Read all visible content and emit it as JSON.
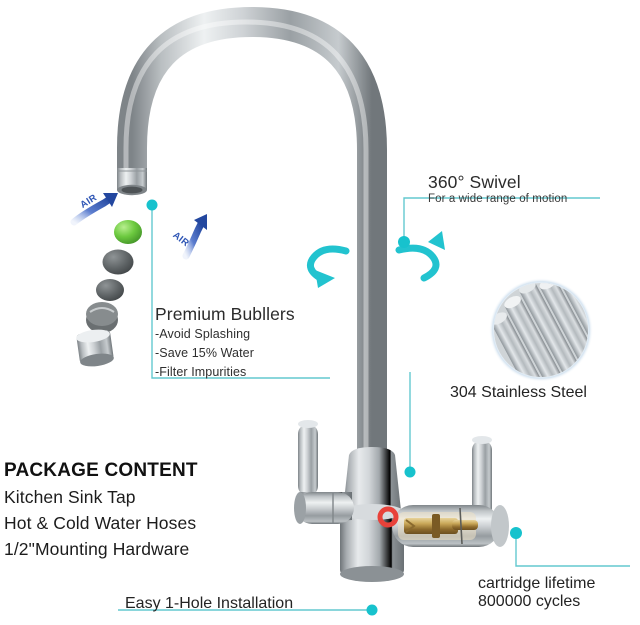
{
  "product": {
    "name": "Kitchen Sink Tap",
    "background": "#ffffff",
    "accent_teal": "#1fc6d0",
    "accent_blue": "#2f56b5",
    "accent_red": "#e8423a",
    "metal_light": "#e9ecee",
    "metal_mid": "#a9aeb2",
    "metal_dark": "#6d7276"
  },
  "callouts": {
    "swivel": {
      "title": "360° Swivel",
      "subtitle": "For a wide range of motion"
    },
    "bubblers": {
      "title": "Premium Bubllers",
      "items": [
        "-Avoid Splashing",
        "-Save 15% Water",
        "-Filter Impurities"
      ]
    },
    "steel": {
      "label": "304 Stainless Steel"
    },
    "cartridge": {
      "line1": "cartridge lifetime",
      "line2": "800000 cycles"
    },
    "installation": {
      "label": "Easy 1-Hole Installation"
    },
    "air_left": {
      "label": "AIR"
    },
    "air_right": {
      "label": "AIR"
    }
  },
  "package": {
    "heading": "PACKAGE CONTENT",
    "items": [
      "Kitchen Sink Tap",
      "Hot & Cold Water Hoses",
      "1/2\"Mounting Hardware"
    ]
  }
}
